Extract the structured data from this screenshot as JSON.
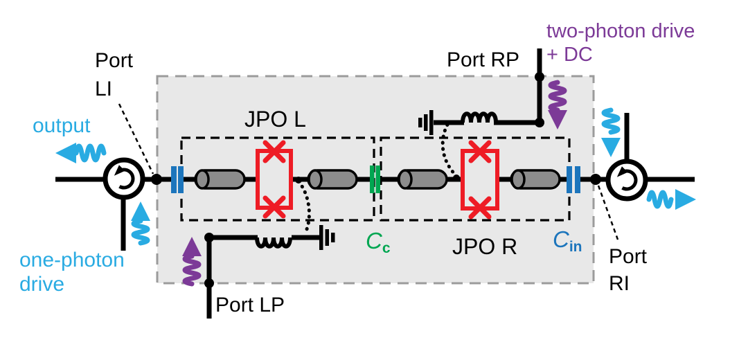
{
  "colors": {
    "black": "#000000",
    "cyan": "#29ABE2",
    "purple": "#7C3A97",
    "red": "#EE1C25",
    "green": "#00A651",
    "blue": "#1C75BC",
    "device_fill": "#E8E8E8",
    "device_border": "#9B9B9B",
    "cylinder_fill": "#8C8C8C"
  },
  "labels": {
    "port_li": "Port\nLI",
    "output": "output",
    "one_photon_drive": "one-photon\ndrive",
    "port_lp": "Port LP",
    "jpo_l": "JPO L",
    "jpo_r": "JPO R",
    "port_rp": "Port RP",
    "two_photon_drive": "two-photon drive\n+ DC",
    "port_ri": "Port\nRI",
    "coupling_capacitor": {
      "symbol": "C",
      "subscript": "c"
    },
    "input_capacitor": {
      "symbol": "C",
      "subscript": "in"
    }
  }
}
